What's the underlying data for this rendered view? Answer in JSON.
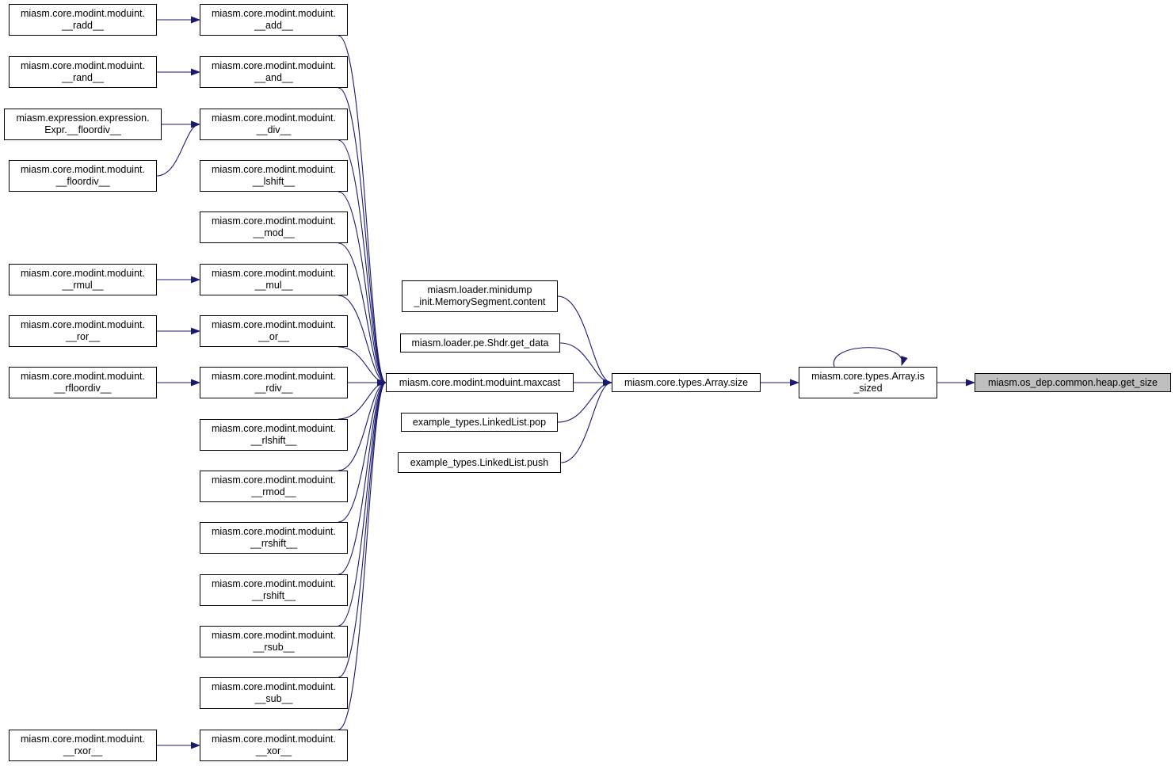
{
  "colors": {
    "edge": "#191970",
    "border": "#000000",
    "focus_fill": "#bfbfbf",
    "fill": "#ffffff"
  },
  "nodes": [
    {
      "id": "radd",
      "lines": [
        "miasm.core.modint.moduint.",
        "__radd__"
      ]
    },
    {
      "id": "add",
      "lines": [
        "miasm.core.modint.moduint.",
        "__add__"
      ]
    },
    {
      "id": "rand",
      "lines": [
        "miasm.core.modint.moduint.",
        "__rand__"
      ]
    },
    {
      "id": "and",
      "lines": [
        "miasm.core.modint.moduint.",
        "__and__"
      ]
    },
    {
      "id": "expr_floordiv",
      "lines": [
        "miasm.expression.expression.",
        "Expr.__floordiv__"
      ]
    },
    {
      "id": "div",
      "lines": [
        "miasm.core.modint.moduint.",
        "__div__"
      ]
    },
    {
      "id": "floordiv",
      "lines": [
        "miasm.core.modint.moduint.",
        "__floordiv__"
      ]
    },
    {
      "id": "lshift",
      "lines": [
        "miasm.core.modint.moduint.",
        "__lshift__"
      ]
    },
    {
      "id": "mod",
      "lines": [
        "miasm.core.modint.moduint.",
        "__mod__"
      ]
    },
    {
      "id": "rmul",
      "lines": [
        "miasm.core.modint.moduint.",
        "__rmul__"
      ]
    },
    {
      "id": "mul",
      "lines": [
        "miasm.core.modint.moduint.",
        "__mul__"
      ]
    },
    {
      "id": "ror",
      "lines": [
        "miasm.core.modint.moduint.",
        "__ror__"
      ]
    },
    {
      "id": "or",
      "lines": [
        "miasm.core.modint.moduint.",
        "__or__"
      ]
    },
    {
      "id": "rfloordiv",
      "lines": [
        "miasm.core.modint.moduint.",
        "__rfloordiv__"
      ]
    },
    {
      "id": "rdiv",
      "lines": [
        "miasm.core.modint.moduint.",
        "__rdiv__"
      ]
    },
    {
      "id": "rlshift",
      "lines": [
        "miasm.core.modint.moduint.",
        "__rlshift__"
      ]
    },
    {
      "id": "rmod",
      "lines": [
        "miasm.core.modint.moduint.",
        "__rmod__"
      ]
    },
    {
      "id": "rrshift",
      "lines": [
        "miasm.core.modint.moduint.",
        "__rrshift__"
      ]
    },
    {
      "id": "rshift",
      "lines": [
        "miasm.core.modint.moduint.",
        "__rshift__"
      ]
    },
    {
      "id": "rsub",
      "lines": [
        "miasm.core.modint.moduint.",
        "__rsub__"
      ]
    },
    {
      "id": "sub",
      "lines": [
        "miasm.core.modint.moduint.",
        "__sub__"
      ]
    },
    {
      "id": "rxor",
      "lines": [
        "miasm.core.modint.moduint.",
        "__rxor__"
      ]
    },
    {
      "id": "xor",
      "lines": [
        "miasm.core.modint.moduint.",
        "__xor__"
      ]
    },
    {
      "id": "maxcast",
      "lines": [
        "miasm.core.modint.moduint.maxcast"
      ]
    },
    {
      "id": "content",
      "lines": [
        "miasm.loader.minidump",
        "_init.MemorySegment.content"
      ]
    },
    {
      "id": "get_data",
      "lines": [
        "miasm.loader.pe.Shdr.get_data"
      ]
    },
    {
      "id": "pop",
      "lines": [
        "example_types.LinkedList.pop"
      ]
    },
    {
      "id": "push",
      "lines": [
        "example_types.LinkedList.push"
      ]
    },
    {
      "id": "size",
      "lines": [
        "miasm.core.types.Array.size"
      ]
    },
    {
      "id": "is_sized",
      "lines": [
        "miasm.core.types.Array.is",
        "_sized"
      ]
    },
    {
      "id": "get_size",
      "lines": [
        "miasm.os_dep.common.heap.get_size"
      ],
      "focus": true
    }
  ],
  "edges": [
    [
      "radd",
      "add"
    ],
    [
      "rand",
      "and"
    ],
    [
      "expr_floordiv",
      "div"
    ],
    [
      "floordiv",
      "div"
    ],
    [
      "rmul",
      "mul"
    ],
    [
      "ror",
      "or"
    ],
    [
      "rfloordiv",
      "rdiv"
    ],
    [
      "rxor",
      "xor"
    ],
    [
      "add",
      "maxcast"
    ],
    [
      "and",
      "maxcast"
    ],
    [
      "div",
      "maxcast"
    ],
    [
      "lshift",
      "maxcast"
    ],
    [
      "mod",
      "maxcast"
    ],
    [
      "mul",
      "maxcast"
    ],
    [
      "or",
      "maxcast"
    ],
    [
      "rdiv",
      "maxcast"
    ],
    [
      "rlshift",
      "maxcast"
    ],
    [
      "rmod",
      "maxcast"
    ],
    [
      "rrshift",
      "maxcast"
    ],
    [
      "rshift",
      "maxcast"
    ],
    [
      "rsub",
      "maxcast"
    ],
    [
      "sub",
      "maxcast"
    ],
    [
      "xor",
      "maxcast"
    ],
    [
      "maxcast",
      "size"
    ],
    [
      "content",
      "size"
    ],
    [
      "get_data",
      "size"
    ],
    [
      "pop",
      "size"
    ],
    [
      "push",
      "size"
    ],
    [
      "size",
      "is_sized"
    ],
    [
      "is_sized",
      "is_sized"
    ],
    [
      "is_sized",
      "get_size"
    ]
  ]
}
